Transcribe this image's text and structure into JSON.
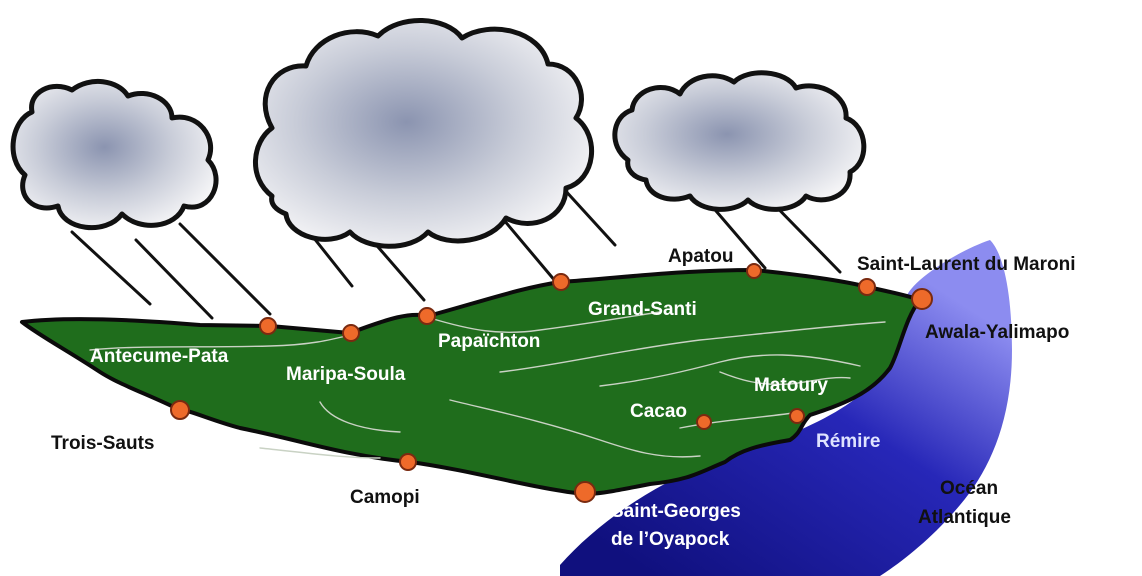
{
  "colors": {
    "land": "#1f6d1c",
    "land_outline": "#0b0b0b",
    "ocean_dark": "#10107e",
    "ocean_light": "#6a6ae6",
    "cloud_center": "#8b94b0",
    "cloud_edge": "#f4f4f6",
    "town_marker": "#ee6a2a",
    "label_dark": "#111111",
    "label_light": "#ffffff"
  },
  "map": {
    "towns": [
      {
        "id": "antecume-pata",
        "label": "Antecume-Pata"
      },
      {
        "id": "maripa-soula",
        "label": "Maripa-Soula"
      },
      {
        "id": "papaichton",
        "label": "Papaïchton"
      },
      {
        "id": "grand-santi",
        "label": "Grand-Santi"
      },
      {
        "id": "apatou",
        "label": "Apatou"
      },
      {
        "id": "saint-laurent",
        "label": "Saint-Laurent du Maroni"
      },
      {
        "id": "awala-yalimapo",
        "label": "Awala-Yalimapo"
      },
      {
        "id": "trois-sauts",
        "label": "Trois-Sauts"
      },
      {
        "id": "camopi",
        "label": "Camopi"
      },
      {
        "id": "saint-georges",
        "label_line1": "Saint-Georges",
        "label_line2": "de l’Oyapock"
      },
      {
        "id": "cacao",
        "label": "Cacao"
      },
      {
        "id": "matoury",
        "label": "Matoury"
      },
      {
        "id": "remire",
        "label": "Rémire"
      }
    ],
    "ocean": {
      "label_line1": "Océan",
      "label_line2": "Atlantique"
    }
  }
}
